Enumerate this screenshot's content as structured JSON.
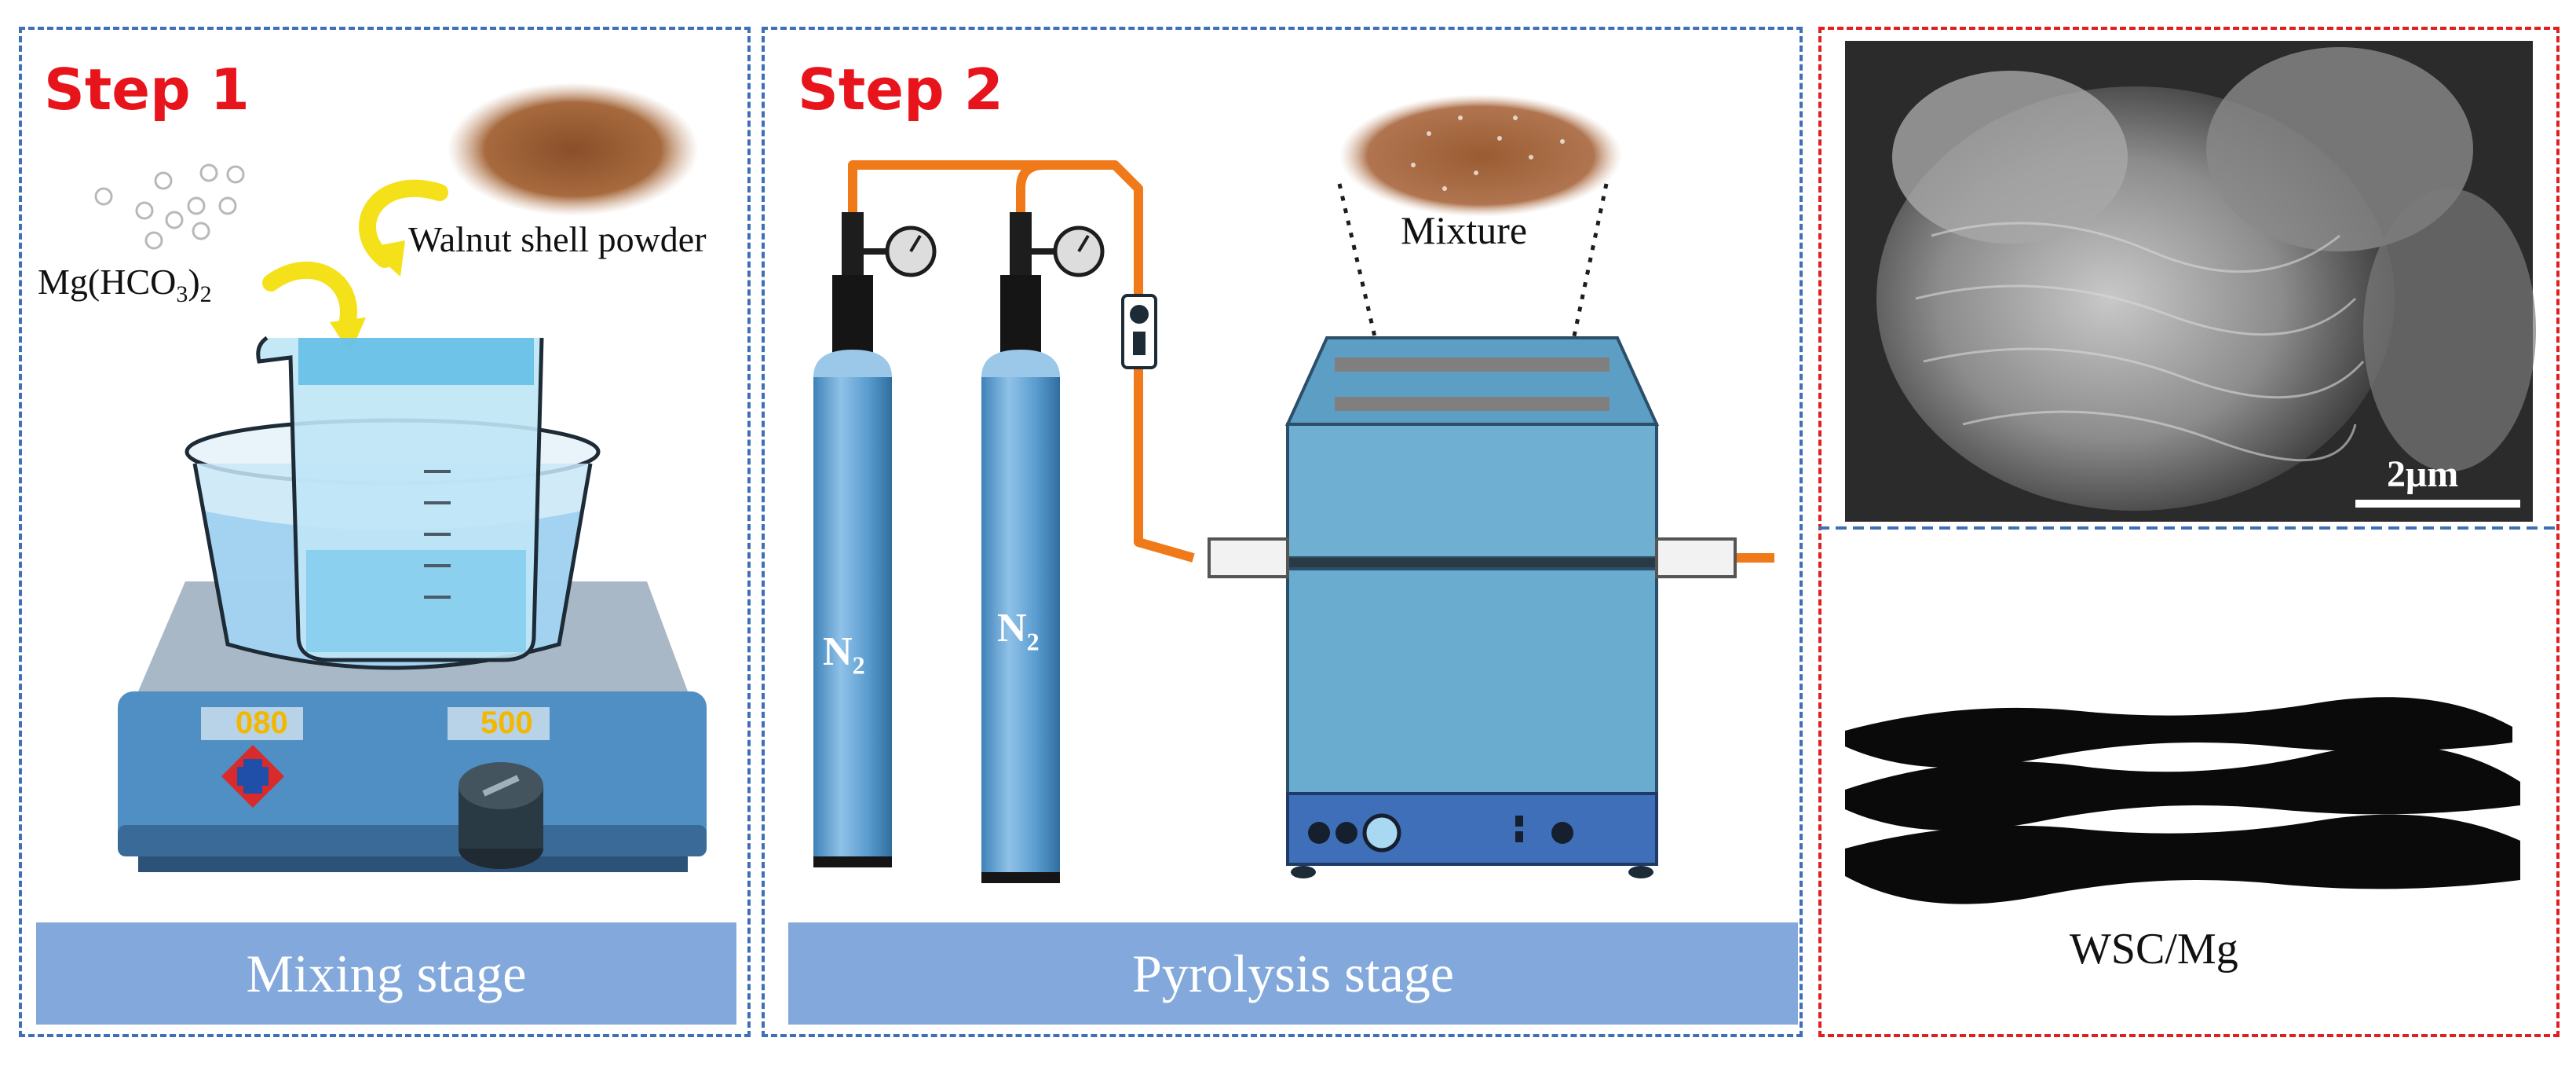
{
  "step1": {
    "title": "Step 1",
    "mg_label": "Mg(HCO",
    "mg_sub3": "3",
    "mg_close": ")",
    "mg_sub2": "2",
    "walnut_label": "Walnut shell powder",
    "display_temp": "080",
    "display_speed": "500",
    "stage_label": "Mixing stage"
  },
  "step2": {
    "title": "Step 2",
    "cylinder_label": "N",
    "cylinder_sub": "2",
    "mixture_label": "Mixture",
    "stage_label": "Pyrolysis stage"
  },
  "result": {
    "scale_bar": "2μm",
    "product_label": "WSC/Mg"
  },
  "colors": {
    "step_title": "#e8141c",
    "stage_bar": "#83a9dc",
    "panel_border": "#3f6fb8",
    "result_border": "#e02020",
    "gas_line": "#f07a1a"
  }
}
